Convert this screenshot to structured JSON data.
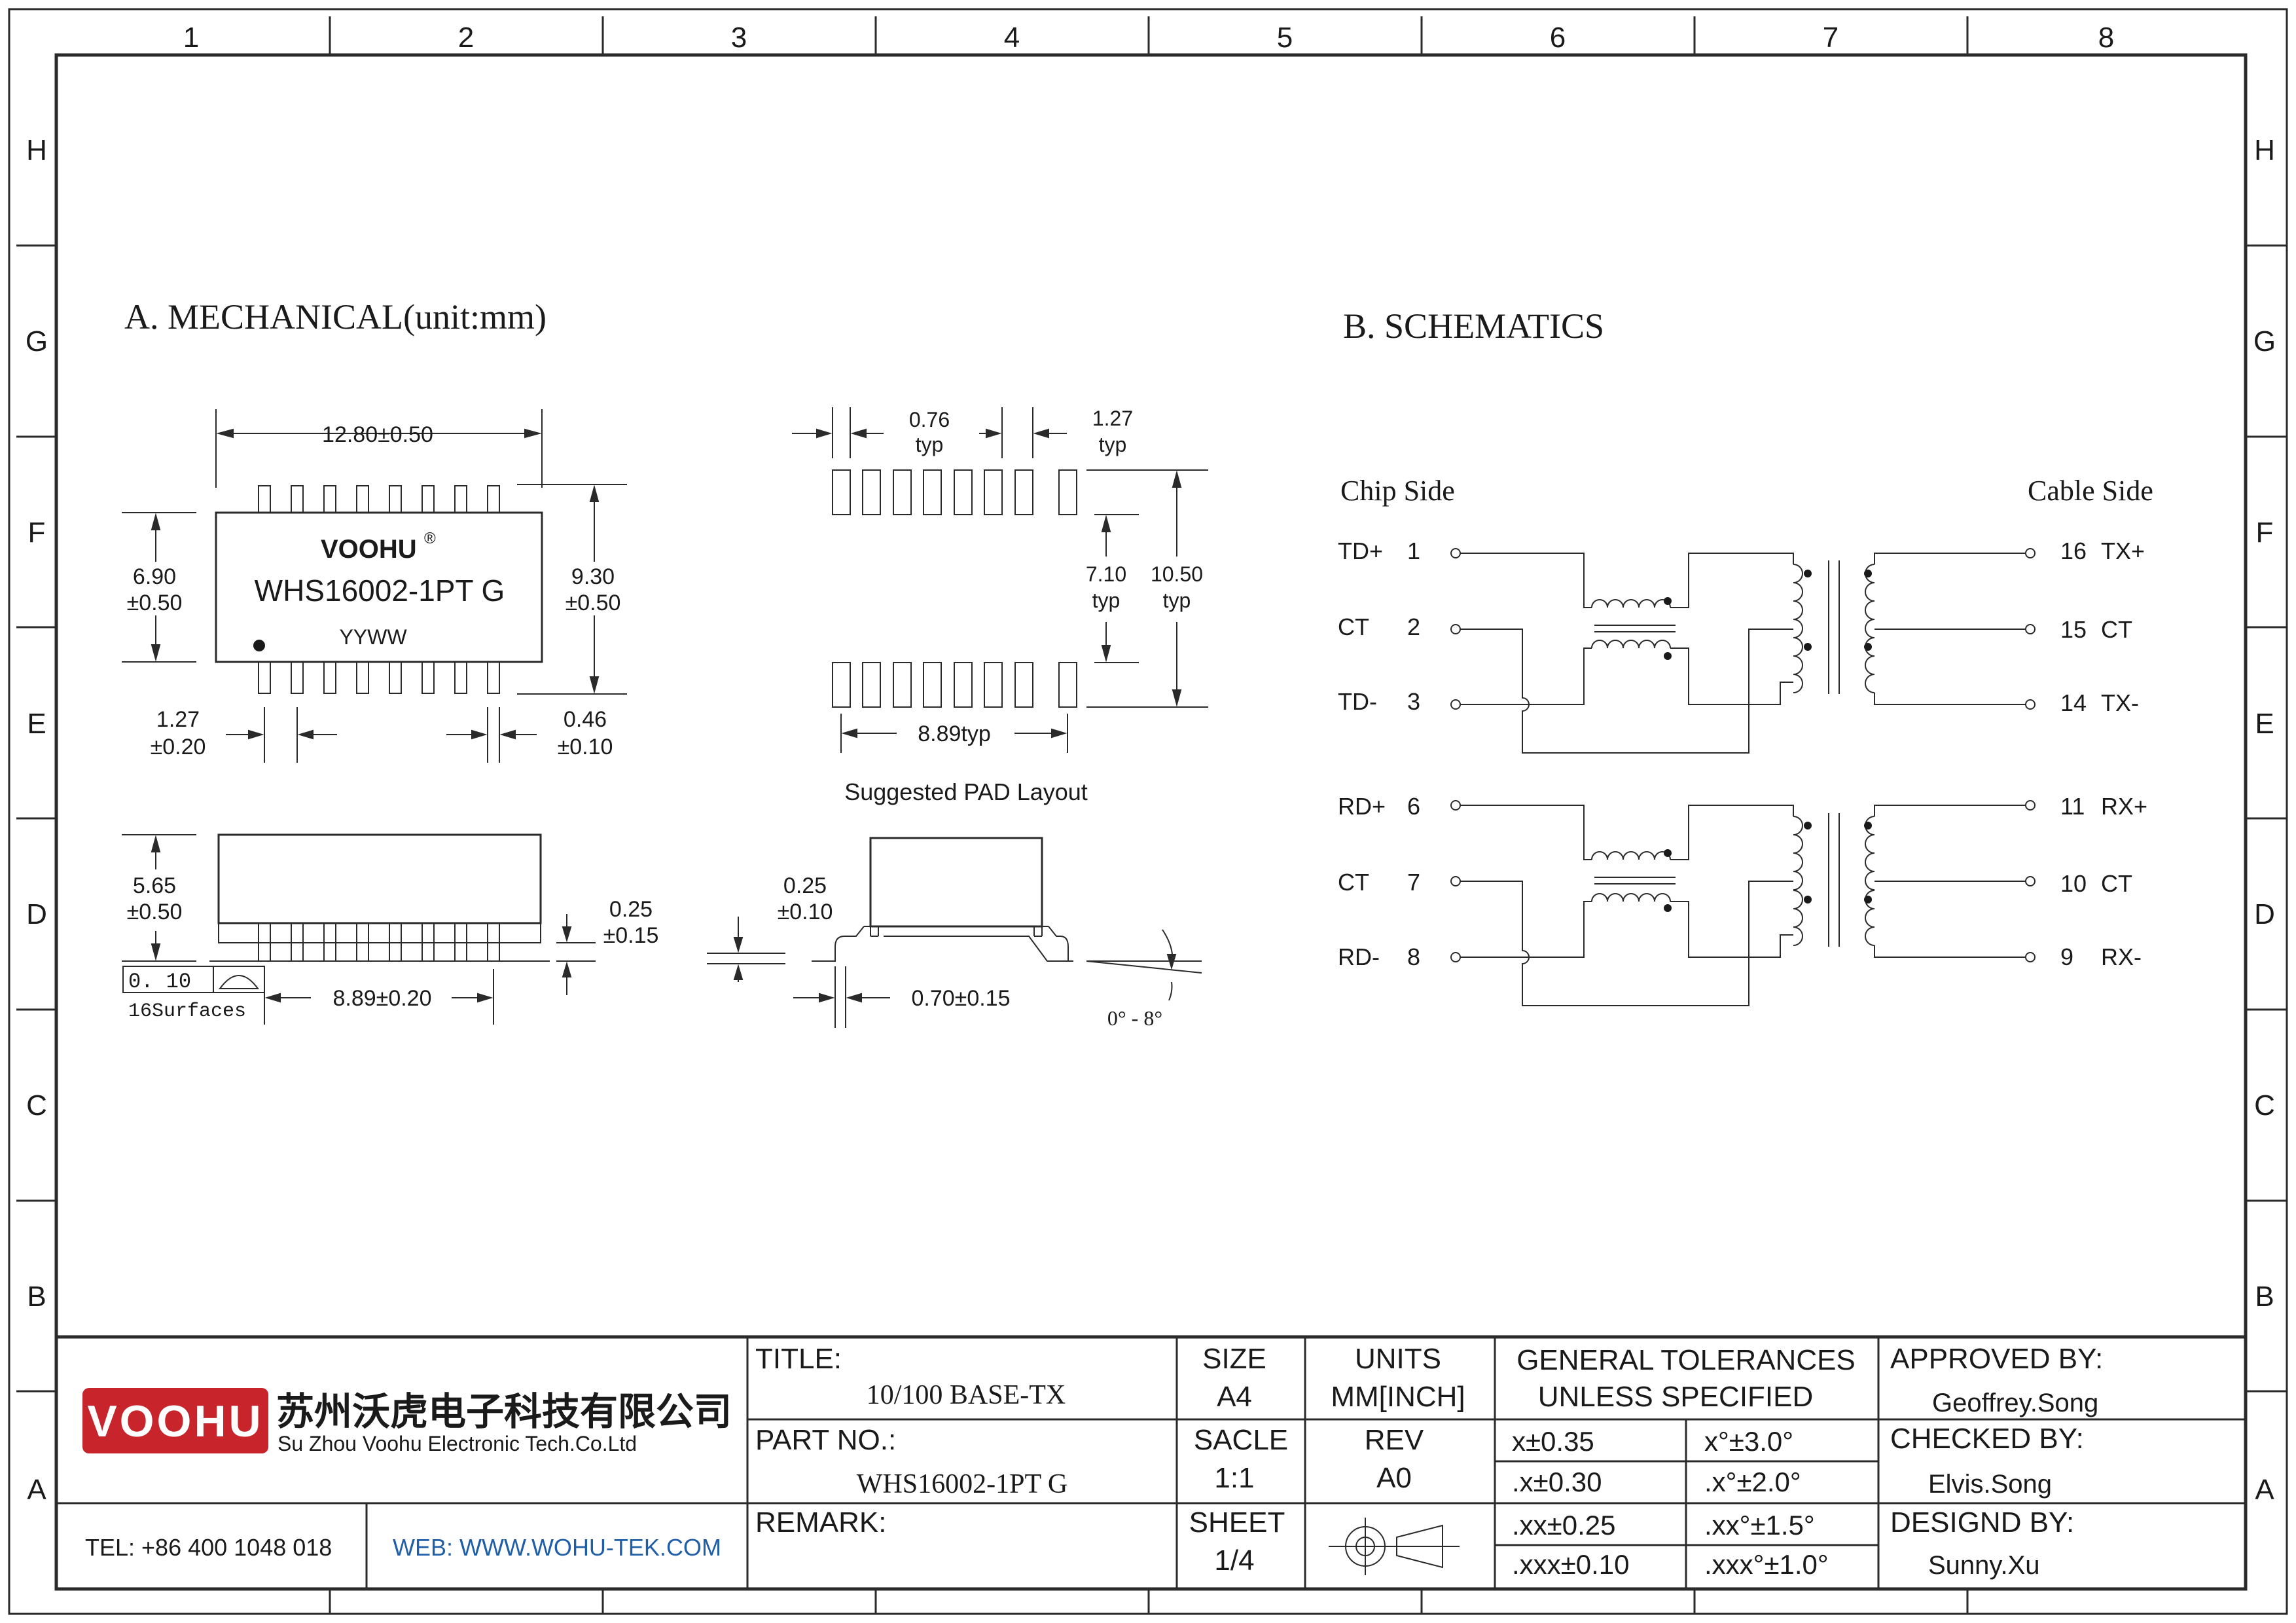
{
  "border": {
    "columns": [
      "1",
      "2",
      "3",
      "4",
      "5",
      "6",
      "7",
      "8"
    ],
    "rows": [
      "H",
      "G",
      "F",
      "E",
      "D",
      "C",
      "B",
      "A"
    ]
  },
  "mechanical": {
    "heading": "A. MECHANICAL(unit:mm)",
    "top_view": {
      "brand": "VOOHU",
      "reg_mark": "®",
      "part": "WHS16002-1PT G",
      "date_code": "YYWW",
      "dim_length": "12.80±0.50",
      "dim_body_h": "6.90",
      "dim_body_h_tol": "±0.50",
      "dim_total_h": "9.30",
      "dim_total_h_tol": "±0.50",
      "dim_pitch": "1.27",
      "dim_pitch_tol": "±0.20",
      "dim_pin_w": "0.46",
      "dim_pin_w_tol": "±0.10"
    },
    "side_view": {
      "dim_height": "5.65",
      "dim_height_tol": "±0.50",
      "dim_standoff": "0.25",
      "dim_standoff_tol": "±0.15",
      "flatness": "0. 10",
      "surfaces": "16Surfaces",
      "dim_span": "8.89±0.20"
    },
    "pad_layout": {
      "dim_pad_w": "0.76",
      "dim_pad_w_unit": "typ",
      "dim_pad_pitch": "1.27",
      "dim_pad_pitch_unit": "typ",
      "dim_inner": "7.10",
      "dim_inner_unit": "typ",
      "dim_outer": "10.50",
      "dim_outer_unit": "typ",
      "dim_span": "8.89typ",
      "caption": "Suggested PAD Layout"
    },
    "end_view": {
      "dim_thickness": "0.25",
      "dim_thickness_tol": "±0.10",
      "dim_foot": "0.70±0.15",
      "angle": "0° - 8°"
    }
  },
  "schematics": {
    "heading": "B. SCHEMATICS",
    "chip_side": "Chip Side",
    "cable_side": "Cable Side",
    "left_pins": [
      {
        "name": "TD+",
        "num": "1"
      },
      {
        "name": "CT",
        "num": "2"
      },
      {
        "name": "TD-",
        "num": "3"
      },
      {
        "name": "RD+",
        "num": "6"
      },
      {
        "name": "CT",
        "num": "7"
      },
      {
        "name": "RD-",
        "num": "8"
      }
    ],
    "right_pins": [
      {
        "num": "16",
        "name": "TX+"
      },
      {
        "num": "15",
        "name": "CT"
      },
      {
        "num": "14",
        "name": "TX-"
      },
      {
        "num": "11",
        "name": "RX+"
      },
      {
        "num": "10",
        "name": "CT"
      },
      {
        "num": "9",
        "name": "RX-"
      }
    ]
  },
  "title_block": {
    "company_logo": "VOOHU",
    "company_cn": "苏州沃虎电子科技有限公司",
    "company_en": "Su Zhou Voohu Electronic Tech.Co.Ltd",
    "tel": "TEL: +86 400 1048 018",
    "web": "WEB: WWW.WOHU-TEK.COM",
    "title_label": "TITLE:",
    "title_value": "10/100 BASE-TX",
    "part_label": "PART NO.:",
    "part_value": "WHS16002-1PT G",
    "remark_label": "REMARK:",
    "size_label": "SIZE",
    "size_value": "A4",
    "units_label": "UNITS",
    "units_value": "MM[INCH]",
    "scale_label": "SACLE",
    "scale_value": "1:1",
    "rev_label": "REV",
    "rev_value": "A0",
    "sheet_label": "SHEET",
    "sheet_value": "1/4",
    "tolerance_label_1": "GENERAL TOLERANCES",
    "tolerance_label_2": "UNLESS SPECIFIED",
    "tolerances": [
      [
        "x±0.35",
        "x°±3.0°"
      ],
      [
        ".x±0.30",
        ".x°±2.0°"
      ],
      [
        ".xx±0.25",
        ".xx°±1.5°"
      ],
      [
        ".xxx±0.10",
        ".xxx°±1.0°"
      ]
    ],
    "approved_label": "APPROVED BY:",
    "approved_value": "Geoffrey.Song",
    "checked_label": "CHECKED BY:",
    "checked_value": "Elvis.Song",
    "designed_label": "DESIGND BY:",
    "designed_value": "Sunny.Xu"
  },
  "colors": {
    "logo_red": "#c8242b",
    "web_blue": "#1f5ea8",
    "line": "#2a2a2a"
  }
}
